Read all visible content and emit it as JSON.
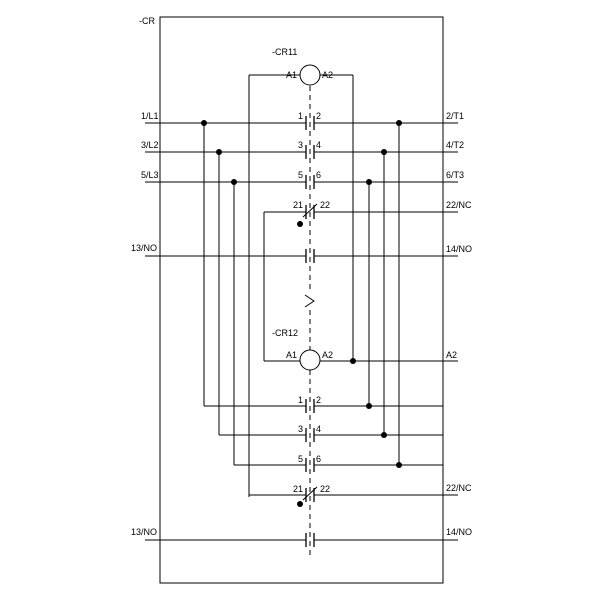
{
  "device": {
    "label": "-CR"
  },
  "coil_1": {
    "tag": "-CR11",
    "a1": "A1",
    "a2": "A2"
  },
  "coil_2": {
    "tag": "-CR12",
    "a1": "A1",
    "a2": "A2"
  },
  "terminals_left": [
    "1/L1",
    "3/L2",
    "5/L3",
    "13/NO",
    "13/NO"
  ],
  "terminals_right": [
    "2/T1",
    "4/T2",
    "6/T3",
    "22/NC",
    "14/NO",
    "A2",
    "22/NC",
    "14/NO"
  ],
  "contacts_1": [
    {
      "left": "1",
      "right": "2"
    },
    {
      "left": "3",
      "right": "4"
    },
    {
      "left": "5",
      "right": "6"
    },
    {
      "left": "21",
      "right": "22"
    }
  ],
  "contacts_2": [
    {
      "left": "1",
      "right": "2"
    },
    {
      "left": "3",
      "right": "4"
    },
    {
      "left": "5",
      "right": "6"
    },
    {
      "left": "21",
      "right": "22"
    }
  ]
}
